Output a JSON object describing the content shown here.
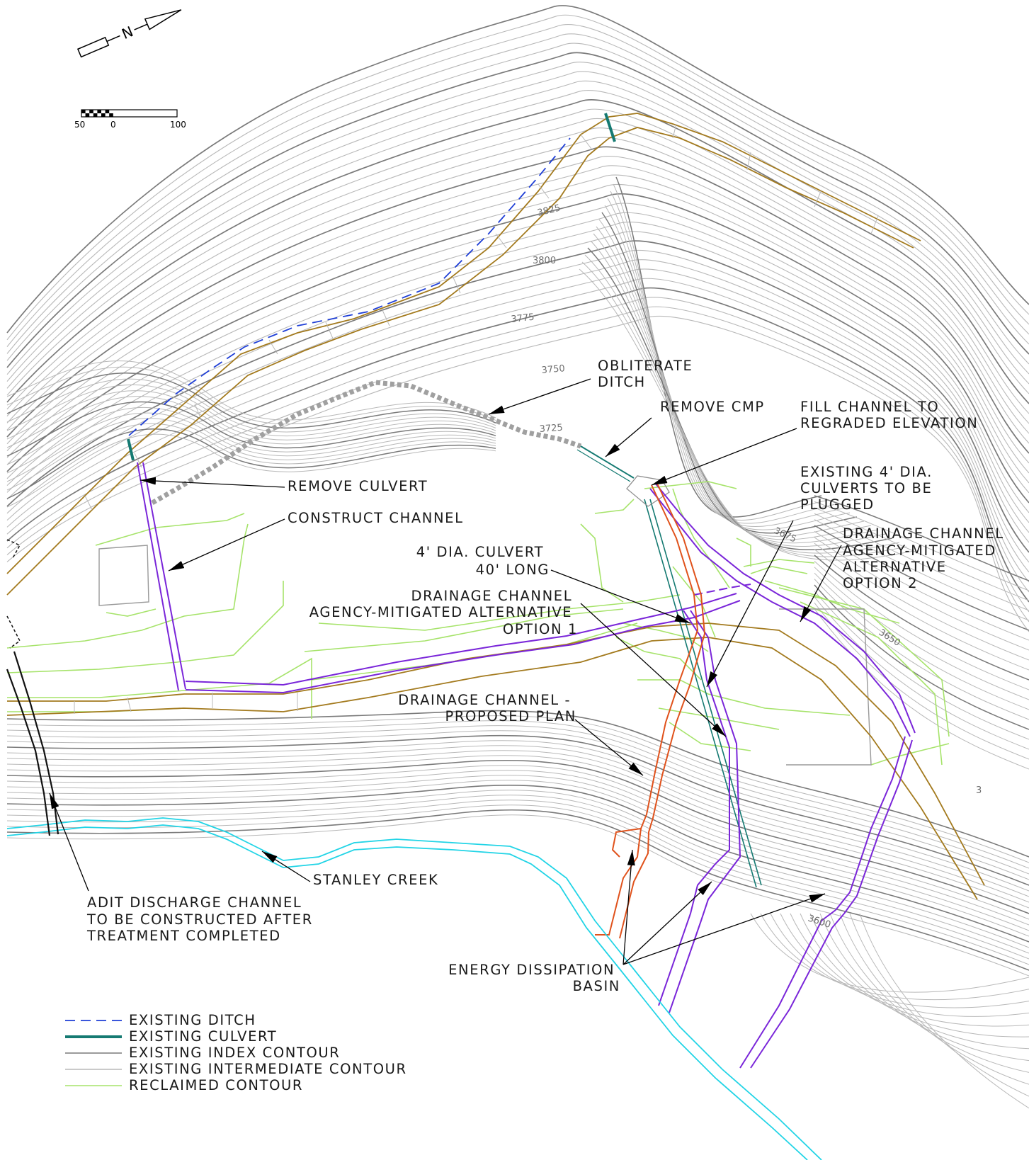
{
  "north_arrow": {
    "letter": "N"
  },
  "scale_bar": {
    "ticks": [
      "50",
      "0",
      "100"
    ]
  },
  "colors": {
    "existing_ditch": "#1f3fd6",
    "existing_culvert": "#157a72",
    "index_contour": "#7a7a7a",
    "intermediate_contour": "#b8b8b8",
    "reclaimed_contour": "#a6e36a",
    "road": "#a37a1e",
    "channel_option": "#7a26d9",
    "channel_proposed": "#e0521c",
    "creek": "#22d4e6",
    "obliterate": "#a0a0a0"
  },
  "elevations": {
    "e3825": "3825",
    "e3800": "3800",
    "e3775": "3775",
    "e3750": "3750",
    "e3725": "3725",
    "e3675": "3675",
    "e3650": "3650",
    "e3600": "3600",
    "e_edge": "3"
  },
  "callouts": {
    "obliterate_ditch": [
      "OBLITERATE",
      "DITCH"
    ],
    "remove_cmp": [
      "REMOVE CMP"
    ],
    "fill_channel": [
      "FILL CHANNEL TO",
      "REGRADED ELEVATION"
    ],
    "existing_culverts": [
      "EXISTING 4' DIA.",
      "CULVERTS TO BE",
      "PLUGGED"
    ],
    "remove_culvert": [
      "REMOVE CULVERT"
    ],
    "construct_channel": [
      "CONSTRUCT CHANNEL"
    ],
    "culvert_40": [
      "4' DIA. CULVERT",
      "40' LONG"
    ],
    "option1": [
      "DRAINAGE CHANNEL",
      "AGENCY-MITIGATED ALTERNATIVE",
      "OPTION 1"
    ],
    "option2": [
      "DRAINAGE CHANNEL",
      "AGENCY-MITIGATED",
      "ALTERNATIVE",
      "OPTION 2"
    ],
    "proposed": [
      "DRAINAGE CHANNEL -",
      "PROPOSED PLAN"
    ],
    "stanley_creek": [
      "STANLEY CREEK"
    ],
    "energy_basin": [
      "ENERGY DISSIPATION",
      "BASIN"
    ],
    "adit": [
      "ADIT DISCHARGE CHANNEL",
      "TO BE CONSTRUCTED AFTER",
      "TREATMENT COMPLETED"
    ]
  },
  "legend": {
    "items": [
      {
        "label": "EXISTING DITCH",
        "style": "dashed-blue"
      },
      {
        "label": "EXISTING CULVERT",
        "style": "thick-teal"
      },
      {
        "label": "EXISTING INDEX CONTOUR",
        "style": "dark-gray"
      },
      {
        "label": "EXISTING INTERMEDIATE CONTOUR",
        "style": "light-gray"
      },
      {
        "label": "RECLAIMED CONTOUR",
        "style": "light-green"
      }
    ]
  }
}
